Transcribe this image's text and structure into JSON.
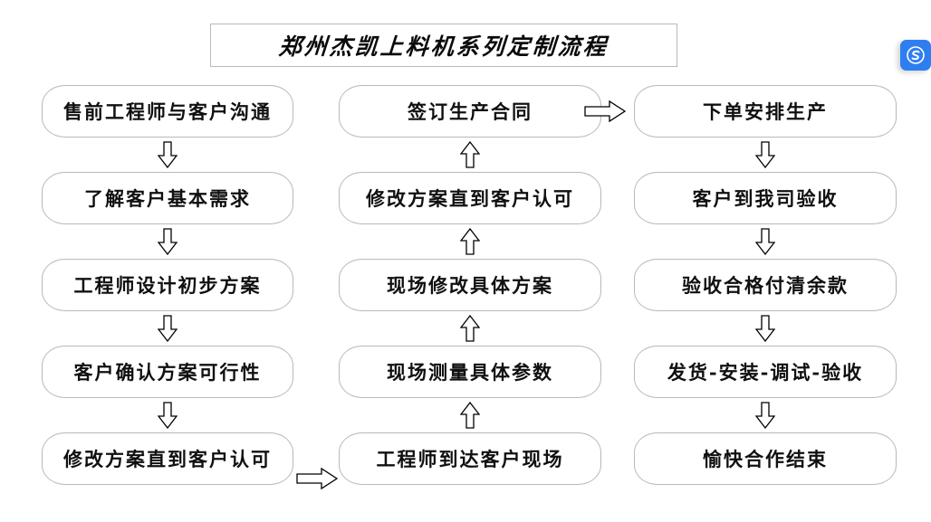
{
  "title": {
    "text": "郑州杰凯上料机系列定制流程"
  },
  "columns": [
    {
      "id": "column-1",
      "direction": "down",
      "nodes": [
        {
          "label": "售前工程师与客户沟通"
        },
        {
          "label": "了解客户基本需求"
        },
        {
          "label": "工程师设计初步方案"
        },
        {
          "label": "客户确认方案可行性"
        },
        {
          "label": "修改方案直到客户认可"
        }
      ]
    },
    {
      "id": "column-2",
      "direction": "up",
      "nodes": [
        {
          "label": "签订生产合同"
        },
        {
          "label": "修改方案直到客户认可"
        },
        {
          "label": "现场修改具体方案"
        },
        {
          "label": "现场测量具体参数"
        },
        {
          "label": "工程师到达客户现场"
        }
      ]
    },
    {
      "id": "column-3",
      "direction": "down",
      "nodes": [
        {
          "label": "下单安排生产"
        },
        {
          "label": "客户到我司验收"
        },
        {
          "label": "验收合格付清余款"
        },
        {
          "label": "发货-安装-调试-验收"
        },
        {
          "label": "愉快合作结束"
        }
      ]
    }
  ],
  "cross_connectors": [
    {
      "id": "h-connector-bottom",
      "direction": "right",
      "from": "修改方案直到客户认可",
      "to": "工程师到达客户现场"
    },
    {
      "id": "h-connector-top",
      "direction": "right",
      "from": "签订生产合同",
      "to": "下单安排生产"
    }
  ],
  "corner_widget": {
    "icon": "s-logo-icon",
    "color": "#2f7ef0"
  },
  "colors": {
    "box_border": "#b9b9b9",
    "arrow_stroke": "#000000",
    "text": "#101010",
    "background": "#ffffff"
  }
}
